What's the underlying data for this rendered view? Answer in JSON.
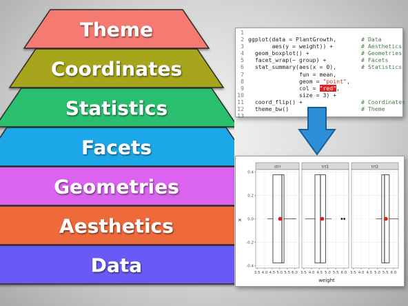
{
  "layers": [
    {
      "label": "Theme",
      "color": "#f47a72"
    },
    {
      "label": "Coordinates",
      "color": "#a6a51b"
    },
    {
      "label": "Statistics",
      "color": "#2cbf6e"
    },
    {
      "label": "Facets",
      "color": "#1aa8e8"
    },
    {
      "label": "Geometries",
      "color": "#da63ef"
    },
    {
      "label": "Aesthetics",
      "color": "#ee6b3a"
    },
    {
      "label": "Data",
      "color": "#6a5af5"
    }
  ],
  "code": {
    "lines": [
      {
        "num": "1",
        "code": "",
        "comment": ""
      },
      {
        "num": "2",
        "code": "ggplot(data = PlantGrowth,",
        "comment": "# Data"
      },
      {
        "num": "3",
        "code": "       aes(y = weight)) +",
        "comment": "# Aesthetics"
      },
      {
        "num": "4",
        "code": "  geom_boxplot() +",
        "comment": "# Geometries"
      },
      {
        "num": "5",
        "code": "  facet_wrap(~ group) +",
        "comment": "# Facets"
      },
      {
        "num": "6",
        "code": "  stat_summary(aes(x = 0),",
        "comment": "# Statistics"
      },
      {
        "num": "7",
        "code": "               fun = mean,",
        "comment": ""
      },
      {
        "num": "8",
        "code": "               geom = \"point\",",
        "comment": ""
      },
      {
        "num": "9",
        "code": "               col = ",
        "highlight": "\"red\"",
        "after": ",",
        "comment": ""
      },
      {
        "num": "10",
        "code": "               size = 3) +",
        "comment": ""
      },
      {
        "num": "11",
        "code": "  coord_flip() +",
        "comment": "# Coordinates"
      },
      {
        "num": "12",
        "code": "  theme_bw()",
        "comment": "# Theme"
      },
      {
        "num": "13",
        "code": "",
        "comment": ""
      }
    ]
  },
  "arrow": {
    "color": "#2d8fd8"
  },
  "plot": {
    "xlabel": "weight",
    "ylabel": "x",
    "facets": [
      "ctrl",
      "trt1",
      "trt2"
    ],
    "y_ticks": [
      "0.4",
      "0.2",
      "0.0",
      "-0.2",
      "-0.4"
    ],
    "x_ticks": [
      "3.5",
      "4.0",
      "4.5",
      "5.0",
      "5.5",
      "6.0"
    ],
    "mean_color": "#e11a1a"
  },
  "chart_data": {
    "type": "box",
    "xlabel": "weight",
    "ylabel": "x",
    "xlim": [
      3.4,
      6.3
    ],
    "ylim": [
      -0.42,
      0.42
    ],
    "panels": [
      {
        "facet": "ctrl",
        "q1": 4.55,
        "median": 5.15,
        "q3": 5.29,
        "whisker_low": 4.17,
        "whisker_high": 6.11,
        "mean": 5.03,
        "outliers": []
      },
      {
        "facet": "trt1",
        "q1": 4.21,
        "median": 4.55,
        "q3": 4.87,
        "whisker_low": 3.59,
        "whisker_high": 5.24,
        "mean": 4.66,
        "outliers": [
          5.87,
          6.03
        ]
      },
      {
        "facet": "trt2",
        "q1": 5.27,
        "median": 5.44,
        "q3": 5.74,
        "whisker_low": 4.92,
        "whisker_high": 6.31,
        "mean": 5.53,
        "outliers": []
      }
    ]
  }
}
